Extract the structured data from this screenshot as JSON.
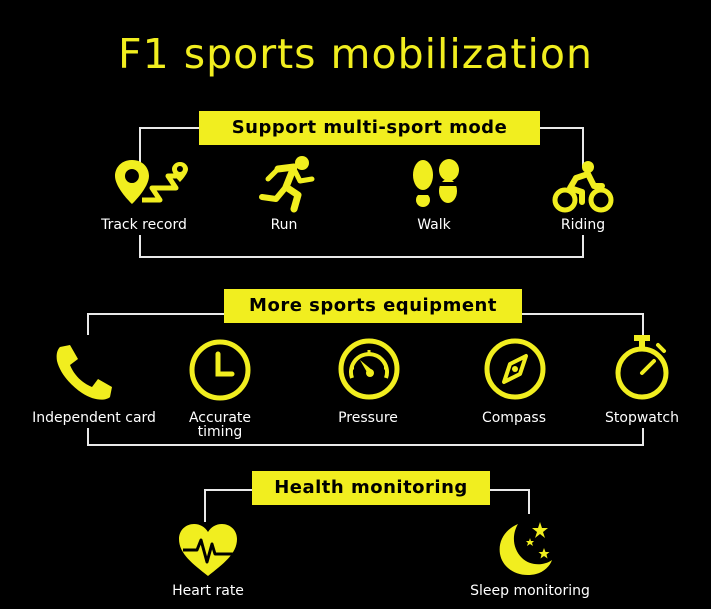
{
  "title": "F1 sports mobilization",
  "colors": {
    "accent": "#f1ee1f",
    "background": "#000000",
    "text": "#ffffff",
    "lines": "#e9e9e9"
  },
  "sections": {
    "sport_modes": {
      "heading": "Support multi-sport mode",
      "items": [
        {
          "label": "Track record",
          "icon": "map-pin-track-icon"
        },
        {
          "label": "Run",
          "icon": "runner-icon"
        },
        {
          "label": "Walk",
          "icon": "footprints-icon"
        },
        {
          "label": "Riding",
          "icon": "cyclist-icon"
        }
      ]
    },
    "equipment": {
      "heading": "More sports equipment",
      "items": [
        {
          "label": "Independent card",
          "icon": "phone-handset-icon"
        },
        {
          "label": "Accurate",
          "label2": "timing",
          "icon": "clock-icon"
        },
        {
          "label": "Pressure",
          "icon": "gauge-icon"
        },
        {
          "label": "Compass",
          "icon": "compass-icon"
        },
        {
          "label": "Stopwatch",
          "icon": "stopwatch-icon"
        }
      ]
    },
    "health": {
      "heading": "Health monitoring",
      "items": [
        {
          "label": "Heart rate",
          "icon": "heart-pulse-icon"
        },
        {
          "label": "Sleep monitoring",
          "icon": "moon-stars-icon"
        }
      ]
    }
  }
}
